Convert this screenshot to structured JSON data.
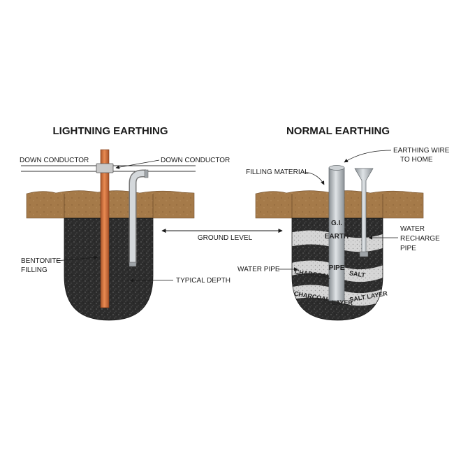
{
  "left": {
    "title": "LIGHTNING EARTHING",
    "down_conductor_left": "DOWN CONDUCTOR",
    "down_conductor_right": "DOWN CONDUCTOR",
    "bentonite_line1": "BENTONITE",
    "bentonite_line2": "FILLING",
    "typical_depth": "TYPICAL DEPTH"
  },
  "middle": {
    "ground_level": "GROUND LEVEL"
  },
  "right": {
    "title": "NORMAL EARTHING",
    "earthing_wire_line1": "EARTHING WIRE",
    "earthing_wire_line2": "TO HOME",
    "filling_material": "FILLING MATERIAL",
    "pipe_gi": "G.I.",
    "pipe_earth": "EARTH",
    "pipe_pipe": "PIPE",
    "water_recharge_line1": "WATER",
    "water_recharge_line2": "RECHARGE",
    "water_recharge_line3": "PIPE",
    "water_pipe": "WATER PIPE",
    "layer_charcoal_1": "CHARCOAL",
    "layer_salt_1": "SALT",
    "layer_charcoal_2": "CHARCOAL",
    "layer_layer": "LAYER",
    "layer_salt_layer": "SALT LAYER"
  },
  "colors": {
    "soil": "#a57a49",
    "soil_dark": "#7a5530",
    "gravel": "#2c2c2c",
    "copper": "#d2723e",
    "steel": "#b9bec2",
    "salt": "#d8d8d8"
  }
}
